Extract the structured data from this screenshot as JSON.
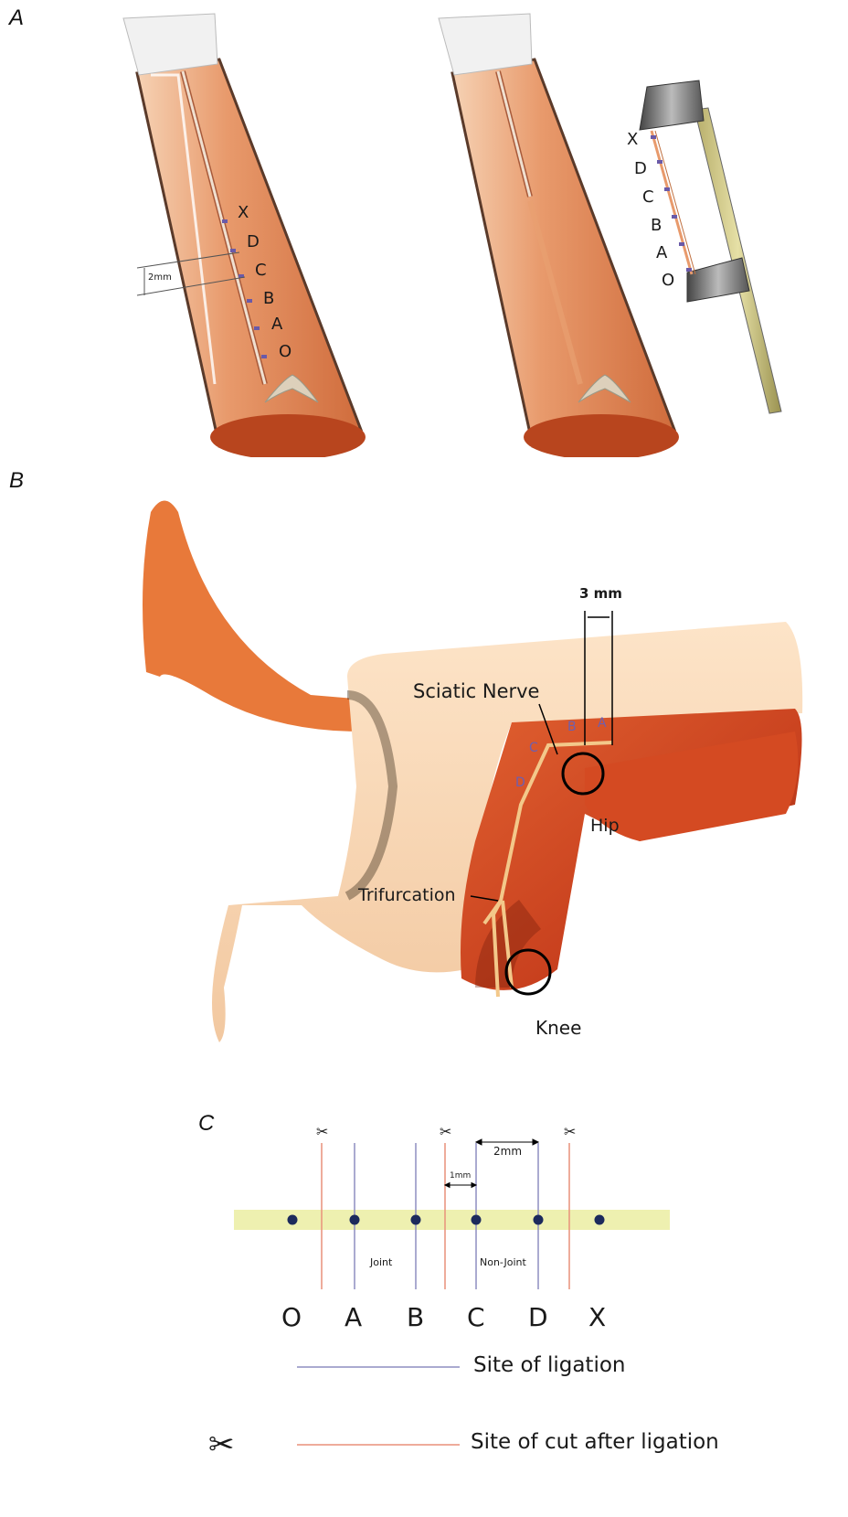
{
  "panels": {
    "a": "A",
    "b": "B",
    "c": "C"
  },
  "panel_a": {
    "left_labels": [
      "X",
      "D",
      "C",
      "B",
      "A",
      "O"
    ],
    "left_scale": "2mm",
    "right_labels": [
      "X",
      "D",
      "C",
      "B",
      "A",
      "O"
    ]
  },
  "panel_b": {
    "scale": "3 mm",
    "sciatic": "Sciatic Nerve",
    "trifurcation": "Trifurcation",
    "hip": "Hip",
    "knee": "Knee",
    "site_labels": [
      "A",
      "B",
      "C",
      "D"
    ]
  },
  "panel_c": {
    "scale_2mm": "2mm",
    "scale_1mm": "1mm",
    "joint": "Joint",
    "nonjoint": "Non-Joint",
    "letters": [
      "O",
      "A",
      "B",
      "C",
      "D",
      "X"
    ],
    "legend_ligation": "Site of ligation",
    "legend_cut": "Site of cut after ligation"
  },
  "colors": {
    "ligation": "#8e8ec0",
    "cut": "#e8917a",
    "nerve_band": "#eef0b0",
    "node": "#1c2a5c"
  }
}
